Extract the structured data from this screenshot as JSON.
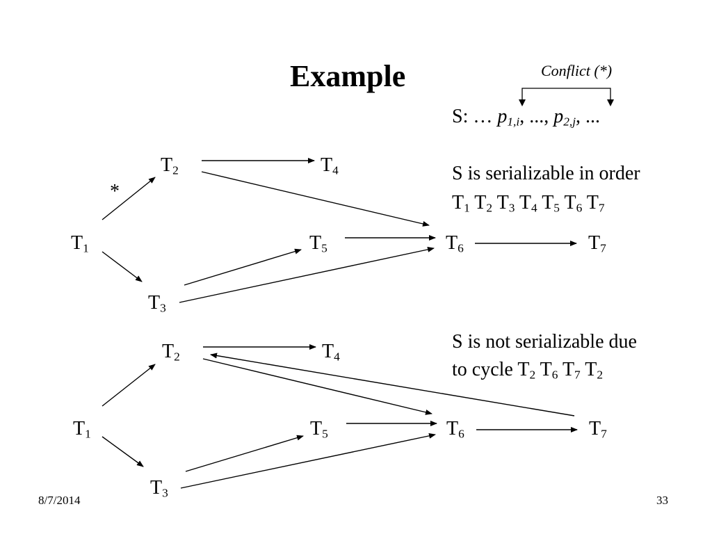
{
  "slide": {
    "title": "Example",
    "date": "8/7/2014",
    "page_number": "33"
  },
  "conflict": {
    "label": "Conflict (*)",
    "schedule_prefix": "S:  … ",
    "op1_letter": "p",
    "op1_sub": "1,i",
    "middle": ",  ..., ",
    "op2_letter": "p",
    "op2_sub": "2,j",
    "suffix": ",  ..."
  },
  "statement1": {
    "line1": "S is serializable in order",
    "order": [
      {
        "letter": "T",
        "sub": "1"
      },
      {
        "letter": "T",
        "sub": "2"
      },
      {
        "letter": "T",
        "sub": "3"
      },
      {
        "letter": "T",
        "sub": "4"
      },
      {
        "letter": "T",
        "sub": "5"
      },
      {
        "letter": "T",
        "sub": "6"
      },
      {
        "letter": "T",
        "sub": "7"
      }
    ]
  },
  "statement2": {
    "line1": "S is not serializable due",
    "line2_prefix": "to cycle",
    "cycle": [
      {
        "letter": "T",
        "sub": "2"
      },
      {
        "letter": "T",
        "sub": "6"
      },
      {
        "letter": "T",
        "sub": "7"
      },
      {
        "letter": "T",
        "sub": "2"
      }
    ]
  },
  "graph1": {
    "star_label": "*",
    "nodes": {
      "t1": {
        "letter": "T",
        "sub": "1"
      },
      "t2": {
        "letter": "T",
        "sub": "2"
      },
      "t3": {
        "letter": "T",
        "sub": "3"
      },
      "t4": {
        "letter": "T",
        "sub": "4"
      },
      "t5": {
        "letter": "T",
        "sub": "5"
      },
      "t6": {
        "letter": "T",
        "sub": "6"
      },
      "t7": {
        "letter": "T",
        "sub": "7"
      }
    },
    "edges": [
      [
        "T1",
        "T2"
      ],
      [
        "T1",
        "T3"
      ],
      [
        "T2",
        "T4"
      ],
      [
        "T2",
        "T6"
      ],
      [
        "T3",
        "T5"
      ],
      [
        "T3",
        "T6"
      ],
      [
        "T5",
        "T6"
      ],
      [
        "T6",
        "T7"
      ]
    ]
  },
  "graph2": {
    "nodes": {
      "t1": {
        "letter": "T",
        "sub": "1"
      },
      "t2": {
        "letter": "T",
        "sub": "2"
      },
      "t3": {
        "letter": "T",
        "sub": "3"
      },
      "t4": {
        "letter": "T",
        "sub": "4"
      },
      "t5": {
        "letter": "T",
        "sub": "5"
      },
      "t6": {
        "letter": "T",
        "sub": "6"
      },
      "t7": {
        "letter": "T",
        "sub": "7"
      }
    },
    "edges": [
      [
        "T1",
        "T2"
      ],
      [
        "T1",
        "T3"
      ],
      [
        "T2",
        "T4"
      ],
      [
        "T2",
        "T6"
      ],
      [
        "T3",
        "T5"
      ],
      [
        "T3",
        "T6"
      ],
      [
        "T5",
        "T6"
      ],
      [
        "T6",
        "T7"
      ],
      [
        "T7",
        "T2"
      ]
    ]
  }
}
